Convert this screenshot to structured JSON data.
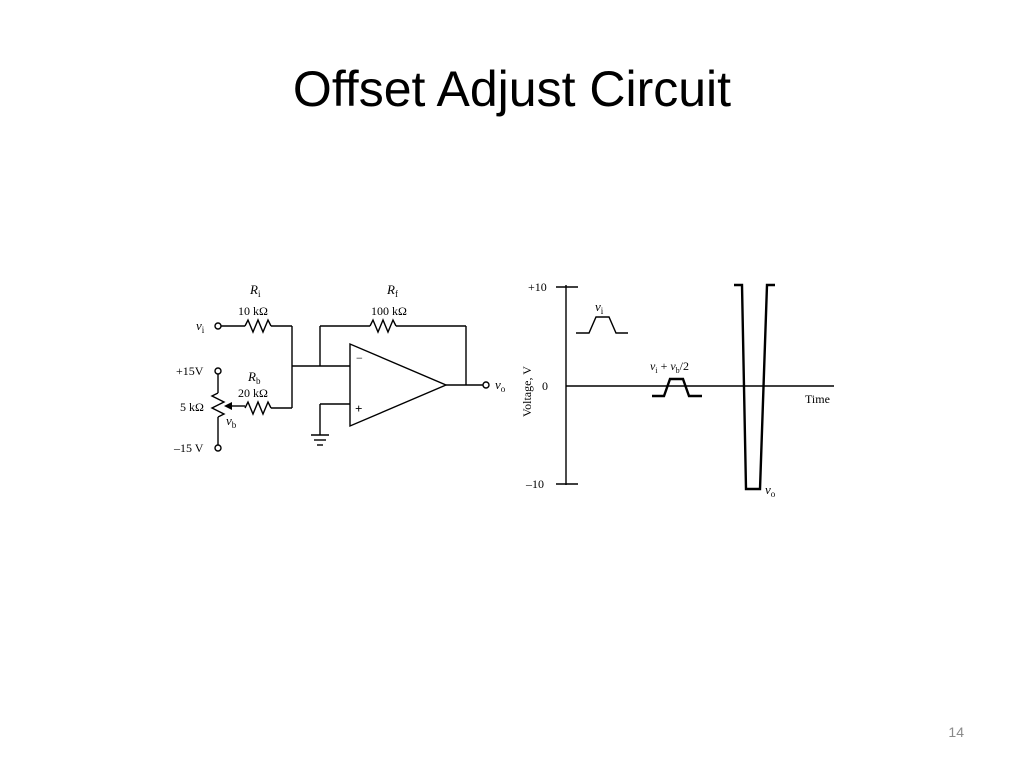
{
  "slide": {
    "title": "Offset Adjust Circuit",
    "page_number": "14"
  },
  "circuit": {
    "ri": {
      "name": "R",
      "sub": "i",
      "value": "10 kΩ"
    },
    "rf": {
      "name": "R",
      "sub": "f",
      "value": "100 kΩ"
    },
    "rb": {
      "name": "R",
      "sub": "b",
      "value": "20 kΩ"
    },
    "pot_value": "5 kΩ",
    "vi": {
      "name": "v",
      "sub": "i"
    },
    "vo": {
      "name": "v",
      "sub": "o"
    },
    "vb": {
      "name": "v",
      "sub": "b"
    },
    "supply_pos": "+15V",
    "supply_neg": "–15 V",
    "inv_sign": "−",
    "noninv_sign": "+"
  },
  "graph": {
    "y_axis_label": "Voltage, V",
    "x_axis_label": "Time",
    "tick_top": "+10",
    "tick_zero": "0",
    "tick_bottom": "–10",
    "trace_vi": {
      "name": "v",
      "sub": "i"
    },
    "trace_sum": {
      "a": "v",
      "a_sub": "i",
      "mid": " + ",
      "b": "v",
      "b_sub": "b",
      "tail": "/2"
    },
    "trace_vo": {
      "name": "v",
      "sub": "o"
    }
  }
}
